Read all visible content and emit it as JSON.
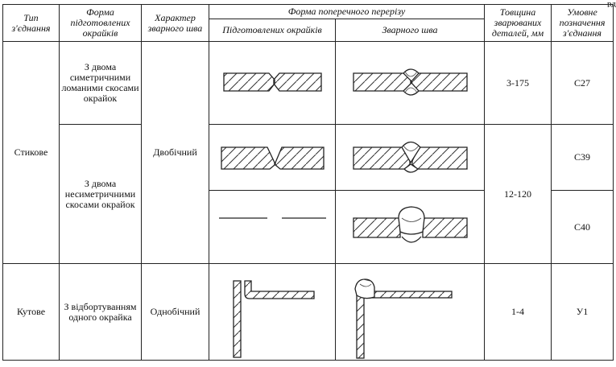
{
  "corner_fragment": "рд",
  "header": {
    "joint_type": "Тип з'єднання",
    "edge_prep_form": "Форма підготовлених окрайків",
    "weld_character": "Характер зварного шва",
    "cross_section": "Форма поперечного перерізу",
    "prepared_edges": "Підготовлених окрайків",
    "weld_seam": "Зварного шва",
    "thickness": "Товщина зварюваних деталей, мм",
    "designation": "Умовне позначення з'єднання"
  },
  "rows": {
    "butt": "Стикове",
    "symmetric": "З двома симетричними ломаними скосами окрайок",
    "asymmetric": "З двома несиметричними скосами окрайок",
    "double_sided": "Двобічний",
    "thickness_1": "3-175",
    "thickness_2": "12-120",
    "code_c27": "С27",
    "code_c39": "С39",
    "code_c40": "С40",
    "corner": "Кутове",
    "flanged": "З відбортуванням одного окрайка",
    "single_sided": "Однобічний",
    "thickness_3": "1-4",
    "code_u1": "У1"
  }
}
